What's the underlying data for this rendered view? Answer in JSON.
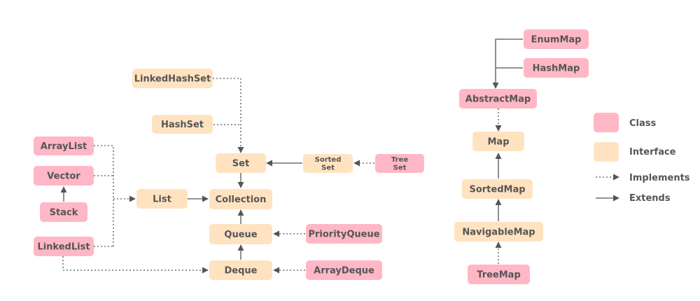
{
  "colors": {
    "class_fill": "#FFB7C5",
    "interface_fill": "#FFE3C0",
    "line": "#555555",
    "text": "#555555"
  },
  "nodes": {
    "linkedhashset": {
      "label": "LinkedHashSet",
      "kind": "interface"
    },
    "hashset": {
      "label": "HashSet",
      "kind": "interface"
    },
    "arraylist": {
      "label": "ArrayList",
      "kind": "class"
    },
    "vector": {
      "label": "Vector",
      "kind": "class"
    },
    "stack": {
      "label": "Stack",
      "kind": "class"
    },
    "linkedlist": {
      "label": "LinkedList",
      "kind": "class"
    },
    "list": {
      "label": "List",
      "kind": "interface"
    },
    "set": {
      "label": "Set",
      "kind": "interface"
    },
    "collection": {
      "label": "Collection",
      "kind": "interface"
    },
    "queue": {
      "label": "Queue",
      "kind": "interface"
    },
    "deque": {
      "label": "Deque",
      "kind": "interface"
    },
    "sortedset": {
      "label_line1": "Sorted",
      "label_line2": "Set",
      "kind": "interface"
    },
    "treeset": {
      "label_line1": "Tree",
      "label_line2": "Set",
      "kind": "class"
    },
    "priorityqueue": {
      "label": "PriorityQueue",
      "kind": "class"
    },
    "arraydeque": {
      "label": "ArrayDeque",
      "kind": "class"
    },
    "enummap": {
      "label": "EnumMap",
      "kind": "class"
    },
    "hashmap": {
      "label": "HashMap",
      "kind": "class"
    },
    "abstractmap": {
      "label": "AbstractMap",
      "kind": "class"
    },
    "map": {
      "label": "Map",
      "kind": "interface"
    },
    "sortedmap": {
      "label": "SortedMap",
      "kind": "interface"
    },
    "navigablemap": {
      "label": "NavigableMap",
      "kind": "interface"
    },
    "treemap": {
      "label": "TreeMap",
      "kind": "class"
    }
  },
  "legend": {
    "class_label": "Class",
    "interface_label": "Interface",
    "implements_label": "Implements",
    "extends_label": "Extends"
  }
}
